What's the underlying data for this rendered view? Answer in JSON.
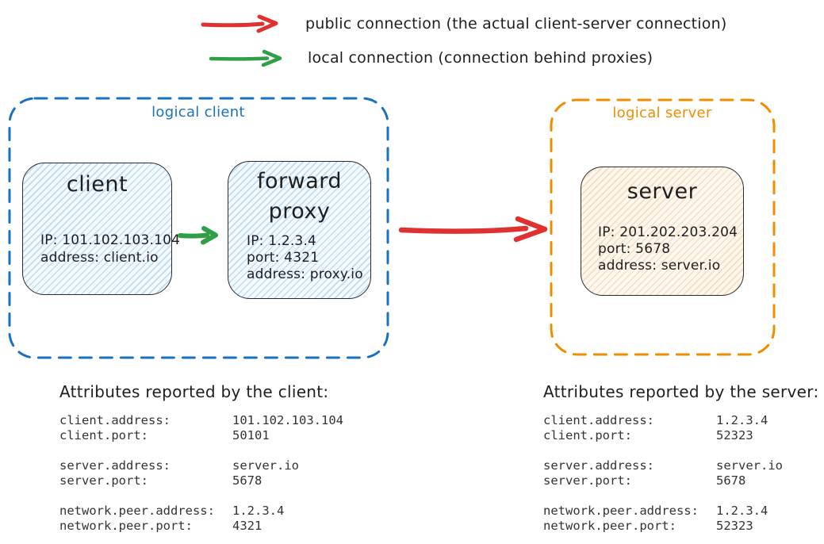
{
  "colors": {
    "red": "#e03131",
    "green": "#2f9e44",
    "blue": "#1971c2",
    "orange": "#f08c00",
    "ink": "#1e1e1e"
  },
  "legend": {
    "public_label": "public connection (the actual client-server connection)",
    "local_label": "local connection (connection behind proxies)"
  },
  "logical_client": {
    "label": "logical client",
    "client": {
      "title": "client",
      "lines": [
        "IP: 101.102.103.104",
        "address: client.io"
      ]
    },
    "forward_proxy": {
      "title": "forward proxy",
      "lines": [
        "IP: 1.2.3.4",
        "port: 4321",
        "address: proxy.io"
      ]
    }
  },
  "logical_server": {
    "label": "logical server",
    "server": {
      "title": "server",
      "lines": [
        "IP: 201.202.203.204",
        "port: 5678",
        "address: server.io"
      ]
    }
  },
  "client_attributes": {
    "heading": "Attributes reported by the client:",
    "rows": [
      {
        "key": "client.address:",
        "value": "101.102.103.104"
      },
      {
        "key": "client.port:",
        "value": "50101"
      },
      {
        "key": "server.address:",
        "value": "server.io"
      },
      {
        "key": "server.port:",
        "value": "5678"
      },
      {
        "key": "network.peer.address:",
        "value": "1.2.3.4"
      },
      {
        "key": "network.peer.port:",
        "value": "4321"
      }
    ]
  },
  "server_attributes": {
    "heading": "Attributes reported by the server:",
    "rows": [
      {
        "key": "client.address:",
        "value": "1.2.3.4"
      },
      {
        "key": "client.port:",
        "value": "52323"
      },
      {
        "key": "server.address:",
        "value": "server.io"
      },
      {
        "key": "server.port:",
        "value": "5678"
      },
      {
        "key": "network.peer.address:",
        "value": "1.2.3.4"
      },
      {
        "key": "network.peer.port:",
        "value": "52323"
      }
    ]
  }
}
